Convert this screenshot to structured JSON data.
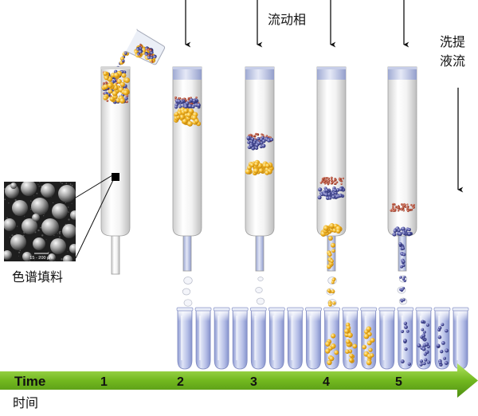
{
  "labels": {
    "mobile_phase": "流动相",
    "eluent_line1": "洗提",
    "eluent_line2": "液流",
    "packing": "色谱填料",
    "scale": "15 - 200 μm",
    "time_en": "Time",
    "time_zh": "时间"
  },
  "timeline": {
    "steps": [
      "1",
      "2",
      "3",
      "4",
      "5"
    ]
  },
  "colors": {
    "timeline_green": "#72b81f",
    "yellow_particle": "#f2b31f",
    "blue_particle": "#4d519f",
    "red_particle": "#b4462f",
    "liquid": "#aab4de"
  }
}
